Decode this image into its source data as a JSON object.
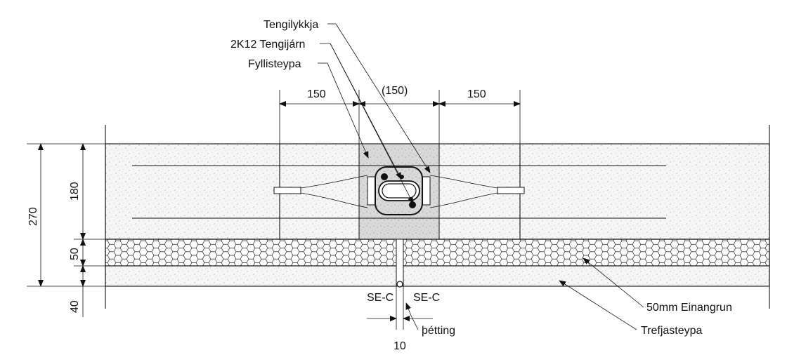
{
  "labels": {
    "tengilykkja": "Tengilykkja",
    "tengijarn": "2K12 Tengijárn",
    "fyllisteypa": "Fyllisteypa",
    "einangrun": "50mm Einangrun",
    "trefjasteypa": "Trefjasteypa",
    "setc_left": "SE-C",
    "setc_right": "SE-C",
    "thetting": "þétting"
  },
  "dimensions": {
    "top_left": "150",
    "top_middle": "(150)",
    "top_right": "150",
    "total_height": "270",
    "slab_height": "180",
    "insulation_height": "50",
    "bottom_height": "40",
    "joint_width": "10"
  },
  "colors": {
    "ink": "#111111",
    "concrete_fill": "#f4f4f4",
    "infill": "#dcdcdc",
    "paper": "#ffffff"
  }
}
